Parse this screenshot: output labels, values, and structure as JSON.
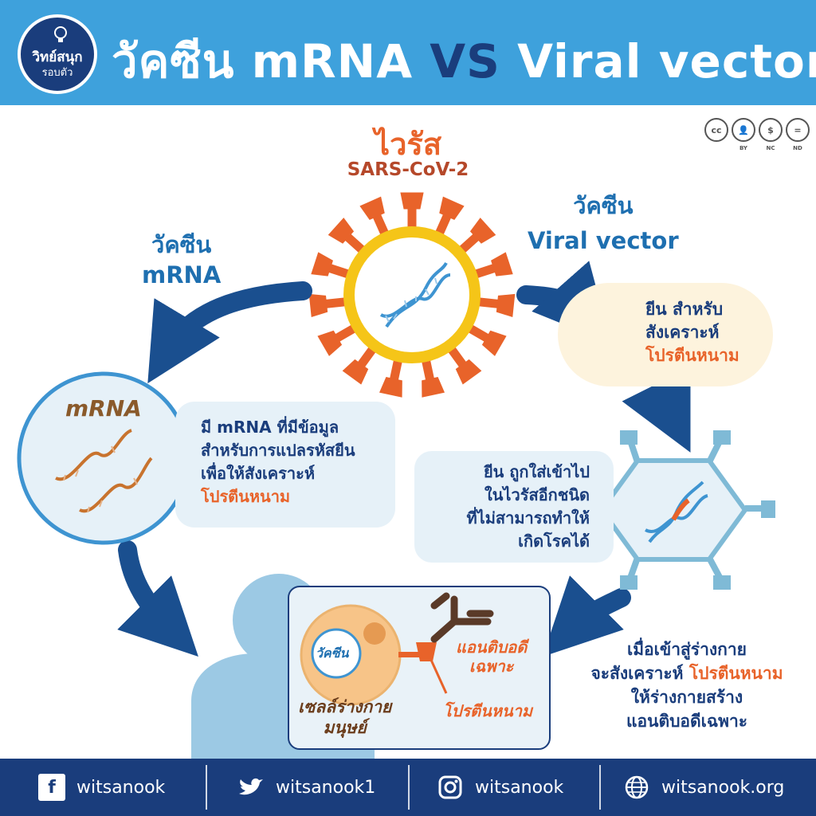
{
  "header": {
    "logo_line1": "วิทย์สนุก",
    "logo_line2": "รอบตัว",
    "title_part1": "วัคซีน mRNA ",
    "title_vs": "VS",
    "title_part2": " Viral vector"
  },
  "license": {
    "icons": [
      "cc-icon",
      "by-icon",
      "nc-icon",
      "nd-icon"
    ],
    "cc": "cc",
    "by": "BY",
    "nc": "NC",
    "nd": "ND"
  },
  "virus": {
    "title": "ไวรัส",
    "subtitle": "SARS-CoV-2"
  },
  "mrna_vaccine": {
    "label_line1": "วัคซีน",
    "label_line2": "mRNA",
    "circle_label": "mRNA",
    "desc_line1_a": "มี ",
    "desc_line1_b": "mRNA",
    "desc_line1_c": " ที่มีข้อมูล",
    "desc_line2": "สำหรับการแปลรหัสยีน",
    "desc_line3": "เพื่อให้สังเคราะห์",
    "desc_line4": "โปรตีนหนาม"
  },
  "viral_vector": {
    "label_line1": "วัคซีน",
    "label_line2": "Viral vector",
    "gene_line1_a": "ยีน",
    "gene_line1_b": " สำหรับ",
    "gene_line2": "สังเคราะห์",
    "gene_line3": "โปรตีนหนาม",
    "insert_line1_a": "ยีน",
    "insert_line1_b": " ถูกใส่เข้าไป",
    "insert_line2": "ในไวรัสอีกชนิด",
    "insert_line3": "ที่ไม่สามารถทำให้",
    "insert_line4": "เกิดโรคได้"
  },
  "body": {
    "vaccine_label": "วัคซีน",
    "antibody_line1": "แอนติบอดี",
    "antibody_line2": "เฉพาะ",
    "spike_label": "โปรตีนหนาม",
    "cell_line1": "เซลล์ร่างกาย",
    "cell_line2": "มนุษย์",
    "result_line1": "เมื่อเข้าสู่ร่างกาย",
    "result_line2_a": "จะสังเคราะห์ ",
    "result_line2_b": "โปรตีนหนาม",
    "result_line3": "ให้ร่างกายสร้าง",
    "result_line4": "แอนติบอดีเฉพาะ"
  },
  "footer": {
    "facebook": "witsanook",
    "twitter": "witsanook1",
    "instagram": "witsanook",
    "website": "witsanook.org"
  },
  "colors": {
    "header_bg": "#3ea1dc",
    "navy": "#1a3d7c",
    "blue": "#1e6fb0",
    "orange": "#e8632a",
    "virus_yellow": "#f5c518"
  }
}
